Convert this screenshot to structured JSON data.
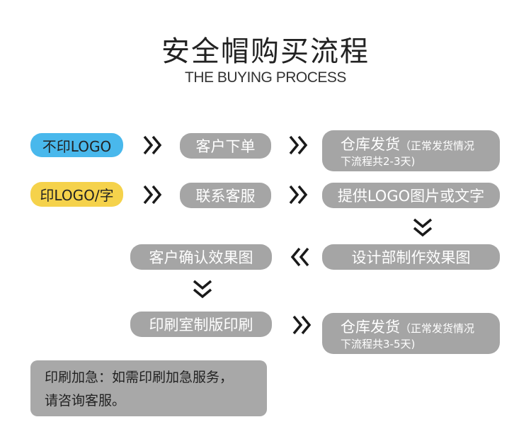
{
  "header": {
    "title": "安全帽购买流程",
    "subtitle": "THE BUYING PROCESS"
  },
  "flow": {
    "no_logo": {
      "tag": "不印LOGO",
      "step1": "客户下单",
      "step2_main": "仓库发货",
      "step2_note_1": "（正常发货情况",
      "step2_note_2": "下流程共2-3天)"
    },
    "with_logo": {
      "tag": "印LOGO/字",
      "step1": "联系客服",
      "step2": "提供LOGO图片或文字",
      "step3": "设计部制作效果图",
      "step4": "客户确认效果图",
      "step5": "印刷室制版印刷",
      "step6_main": "仓库发货",
      "step6_note_1": "（正常发货情况",
      "step6_note_2": "下流程共3-5天)"
    }
  },
  "note": {
    "line1": "印刷加急：如需印刷加急服务，",
    "line2": "请咨询客服。"
  },
  "colors": {
    "step_gray": "#a5a5a5",
    "tag_blue": "#49b8ec",
    "tag_yellow": "#f5d24b",
    "arrow": "#1a1a1a"
  },
  "icons": {
    "right": "double-chevron-right-icon",
    "left": "double-chevron-left-icon",
    "down": "double-chevron-down-icon"
  }
}
